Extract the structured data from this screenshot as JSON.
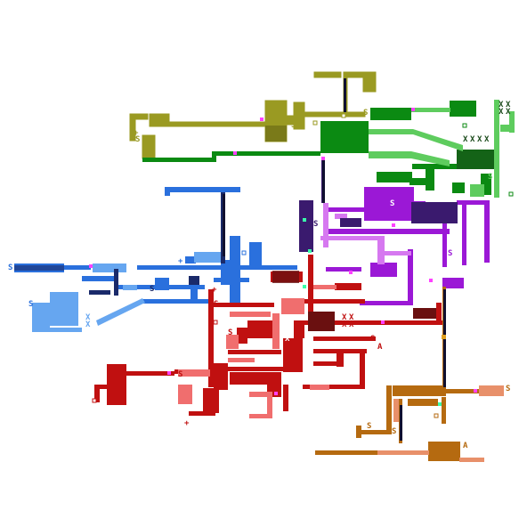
{
  "map": {
    "background": "#ffffff",
    "legend_markers": {
      "save": "S",
      "boss": "X",
      "start": "A",
      "item": "+"
    },
    "regions": [
      {
        "name": "olive",
        "color": "#9a9a22"
      },
      {
        "name": "green",
        "color": "#0b8a12"
      },
      {
        "name": "light-green",
        "color": "#5ecc5e"
      },
      {
        "name": "purple",
        "color": "#9b18d6"
      },
      {
        "name": "dark-purple",
        "color": "#3a1a6e"
      },
      {
        "name": "blue",
        "color": "#2a70dd"
      },
      {
        "name": "light-blue",
        "color": "#66a6f0"
      },
      {
        "name": "navy",
        "color": "#1a2a6a"
      },
      {
        "name": "red",
        "color": "#c01010"
      },
      {
        "name": "pink",
        "color": "#f06e6e"
      },
      {
        "name": "maroon",
        "color": "#6a1010"
      },
      {
        "name": "orange",
        "color": "#b56a10"
      },
      {
        "name": "salmon",
        "color": "#e8906a"
      }
    ]
  }
}
